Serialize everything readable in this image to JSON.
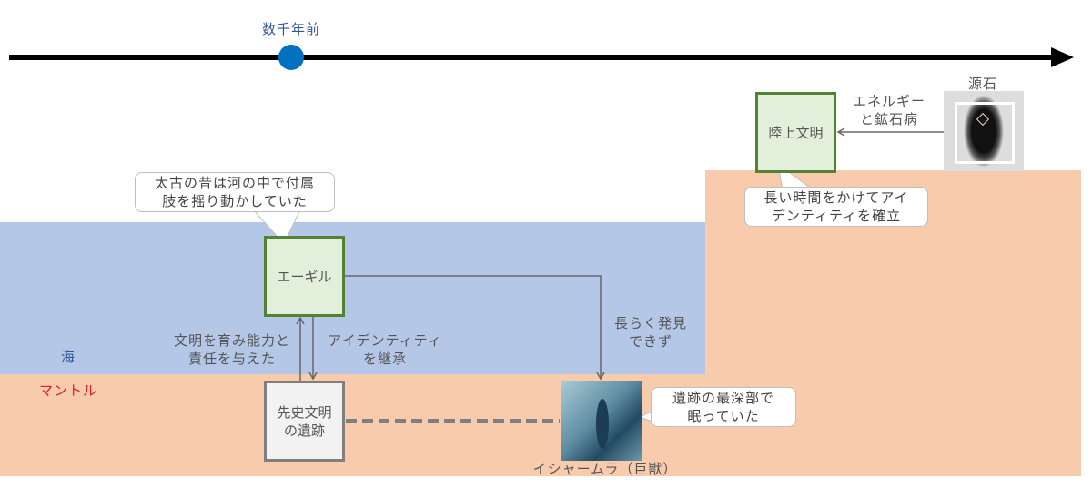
{
  "colors": {
    "sea": "#b4c7e7",
    "mantle": "#f8cbad",
    "timeline": "#000000",
    "marker": "#0070c0",
    "sea_label": "#2f5597",
    "mantle_label": "#e02020"
  },
  "timeline": {
    "marker_label": "数千年前"
  },
  "regions": {
    "sea": "海",
    "mantle": "マントル"
  },
  "nodes": {
    "aegir": "エーギル",
    "ruins": [
      "先史文明",
      "の遺跡"
    ],
    "land_civ": "陸上文明",
    "originium": "源石",
    "ishar_mla": "イシャームラ（巨獣）"
  },
  "callouts": {
    "aegir": [
      "太古の昔は河の中で付属",
      "肢を揺り動かしていた"
    ],
    "land_civ": [
      "長い時間をかけてアイ",
      "デンティティを確立"
    ],
    "ishar_mla": [
      "遺跡の最深部で",
      "眠っていた"
    ]
  },
  "edges": {
    "ruins_to_aegir": [
      "文明を育み能力と",
      "責任を与えた"
    ],
    "aegir_to_ruins": [
      "アイデンティティ",
      "を継承"
    ],
    "aegir_to_ishar": [
      "長らく発見",
      "できず"
    ],
    "originium_to_land": [
      "エネルギー",
      "と鉱石病"
    ]
  }
}
